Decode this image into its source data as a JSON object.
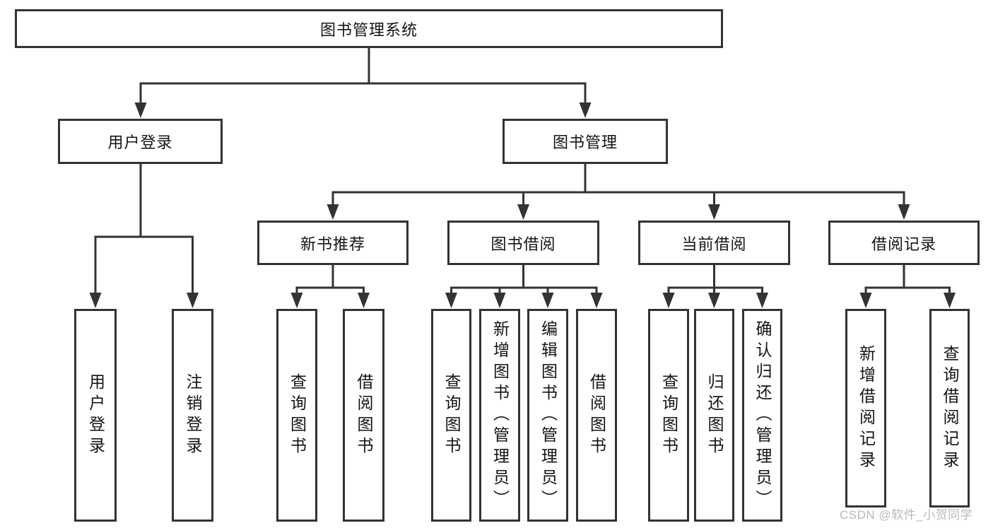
{
  "chart_data": {
    "type": "tree-diagram",
    "title": "图书管理系统"
  },
  "root": {
    "label": "图书管理系统"
  },
  "level2": [
    {
      "label": "用户登录",
      "parent": "图书管理系统"
    },
    {
      "label": "图书管理",
      "parent": "图书管理系统"
    }
  ],
  "level3": [
    {
      "label": "新书推荐",
      "parent": "图书管理"
    },
    {
      "label": "图书借阅",
      "parent": "图书管理"
    },
    {
      "label": "当前借阅",
      "parent": "图书管理"
    },
    {
      "label": "借阅记录",
      "parent": "图书管理"
    }
  ],
  "leaves": [
    {
      "label": "用户登录",
      "parent": "用户登录"
    },
    {
      "label": "注销登录",
      "parent": "用户登录"
    },
    {
      "label": "查询图书",
      "parent": "新书推荐"
    },
    {
      "label": "借阅图书",
      "parent": "新书推荐"
    },
    {
      "label": "查询图书",
      "parent": "图书借阅"
    },
    {
      "label": "新增图书（管理员）",
      "parent": "图书借阅"
    },
    {
      "label": "编辑图书（管理员）",
      "parent": "图书借阅"
    },
    {
      "label": "借阅图书",
      "parent": "图书借阅"
    },
    {
      "label": "查询图书",
      "parent": "当前借阅"
    },
    {
      "label": "归还图书",
      "parent": "当前借阅"
    },
    {
      "label": "确认归还（管理员）",
      "parent": "当前借阅"
    },
    {
      "label": "新增借阅记录",
      "parent": "借阅记录"
    },
    {
      "label": "查询借阅记录",
      "parent": "借阅记录"
    }
  ],
  "watermark": {
    "text": "CSDN @软件_小贺同学"
  },
  "colors": {
    "line": "#333333",
    "text": "#141414",
    "watermark": "#b9b9b9",
    "background": "#ffffff"
  }
}
